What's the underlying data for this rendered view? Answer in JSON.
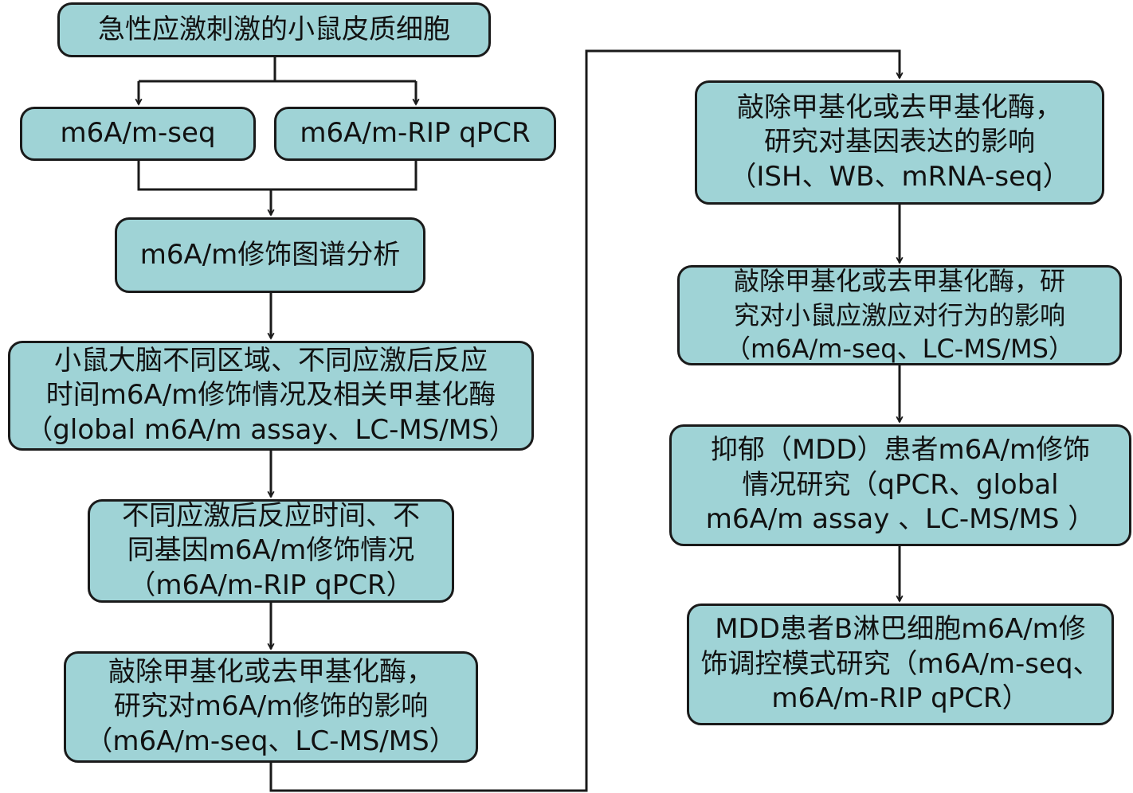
{
  "diagram": {
    "colors": {
      "box_fill": "#9fd3d6",
      "box_border": "#1a1a1a",
      "line": "#1a1a1a",
      "text": "#111111"
    },
    "nodes": {
      "source": {
        "lines": [
          "急性应激刺激的小鼠皮质细胞"
        ]
      },
      "seq": {
        "lines": [
          "m6A/m-seq"
        ]
      },
      "rip": {
        "lines": [
          "m6A/m-RIP qPCR"
        ]
      },
      "profile": {
        "lines": [
          "m6A/m修饰图谱分析"
        ]
      },
      "regions": {
        "lines": [
          "小鼠大脑不同区域、不同应激后反应",
          "时间m6A/m修饰情况及相关甲基化酶",
          "（global m6A/m assay、LC-MS/MS）"
        ]
      },
      "genes": {
        "lines": [
          "不同应激后反应时间、不",
          "同基因m6A/m修饰情况",
          "（m6A/m-RIP qPCR）"
        ]
      },
      "knockout_mod": {
        "lines": [
          "敲除甲基化或去甲基化酶，",
          "研究对m6A/m修饰的影响",
          "（m6A/m-seq、LC-MS/MS）"
        ]
      },
      "knockout_expr": {
        "lines": [
          "敲除甲基化或去甲基化酶，",
          "研究对基因表达的影响",
          "（ISH、WB、mRNA-seq）"
        ]
      },
      "knockout_behavior": {
        "lines": [
          "敲除甲基化或去甲基化酶，研",
          "究对小鼠应激应对行为的影响",
          "（m6A/m-seq、LC-MS/MS）"
        ]
      },
      "mdd": {
        "lines": [
          "抑郁（MDD）患者m6A/m修饰",
          "情况研究（qPCR、global",
          "m6A/m assay 、LC-MS/MS ）"
        ]
      },
      "mdd_b": {
        "lines": [
          "MDD患者B淋巴细胞m6A/m修",
          "饰调控模式研究（m6A/m-seq、",
          "m6A/m-RIP qPCR）"
        ]
      }
    }
  }
}
